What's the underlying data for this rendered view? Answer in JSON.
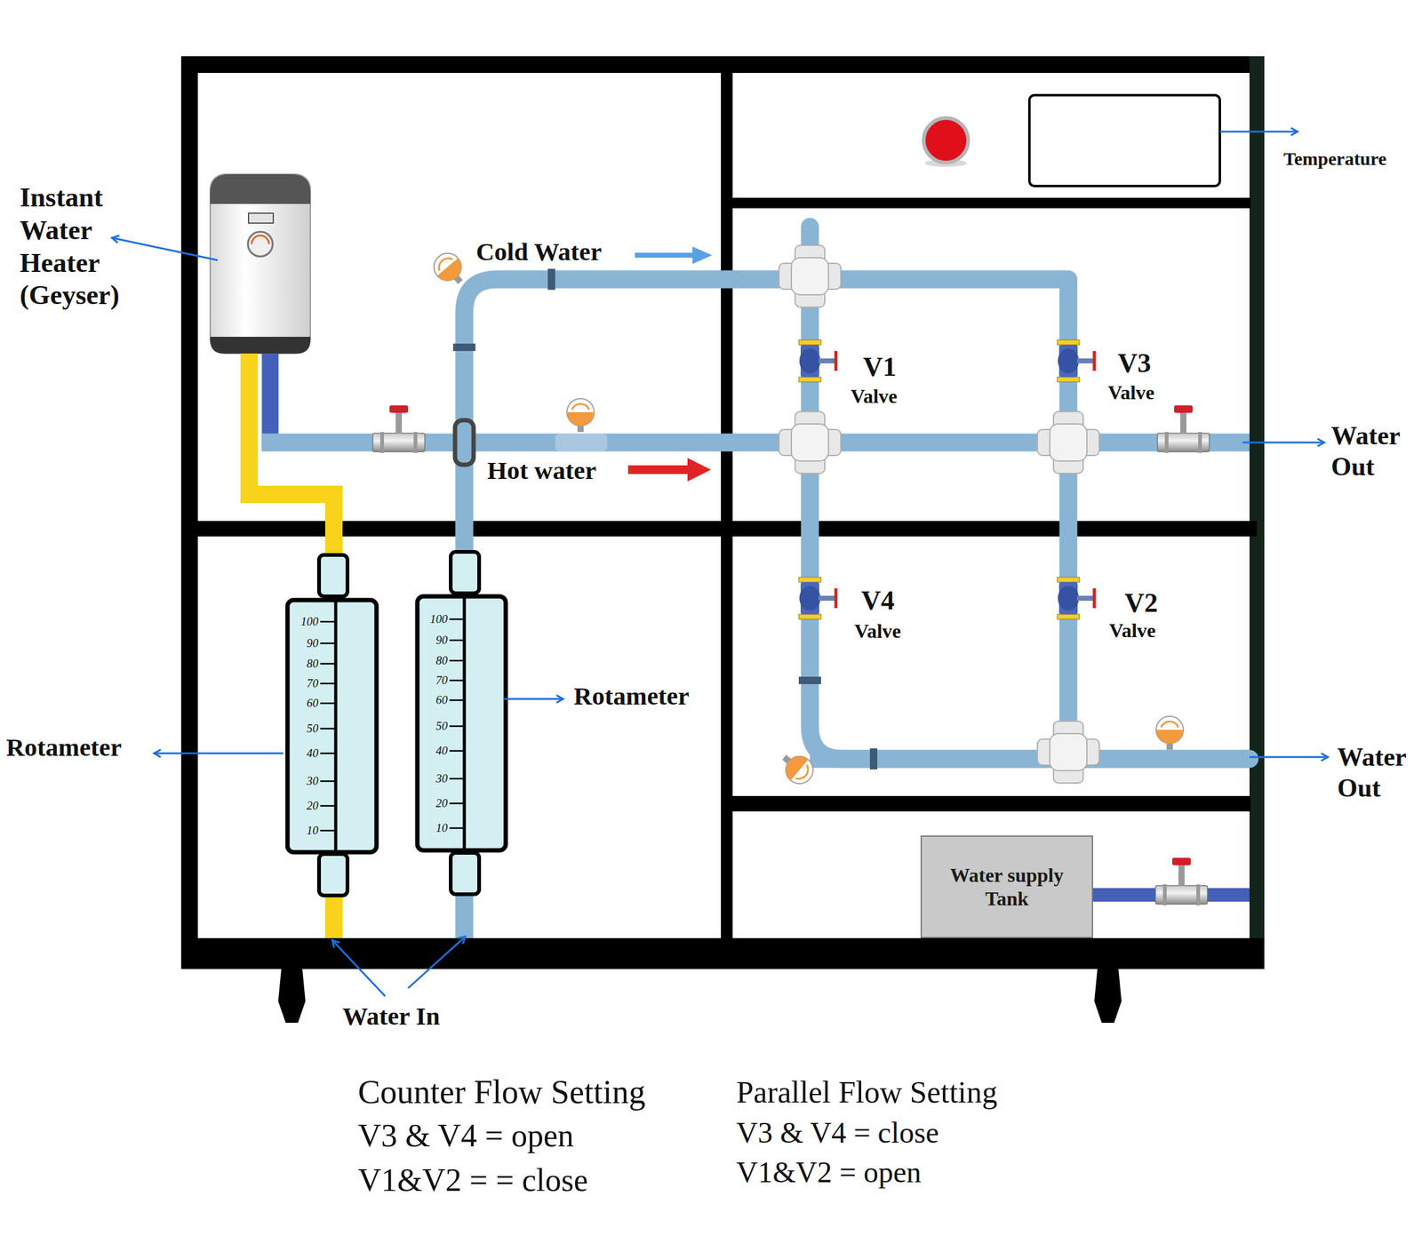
{
  "diagram": {
    "nodes": [
      {
        "text": [
          "Water supply Tank"
        ]
      }
    ],
    "labels": [
      "Instant Water Heater (Geyser)",
      "Temperature",
      "Cold Water",
      "V1",
      "Valve",
      "V3",
      "Valve",
      "Water Out",
      "Hot water",
      "V4",
      "Valve",
      "V2",
      "Valve",
      "Rotameter",
      "Rotameter",
      "Water Out",
      "100",
      "90",
      "80",
      "70",
      "60",
      "50",
      "40",
      "30",
      "20",
      "10",
      "100",
      "90",
      "80",
      "70",
      "60",
      "50",
      "40",
      "30",
      "20",
      "10",
      "Water In",
      "Counter Flow Setting",
      "V3 & V4 = open",
      "V1&V2 = = close",
      "Parallel Flow Setting",
      "V3 & V4 = close",
      "V1&V2 = open"
    ]
  }
}
